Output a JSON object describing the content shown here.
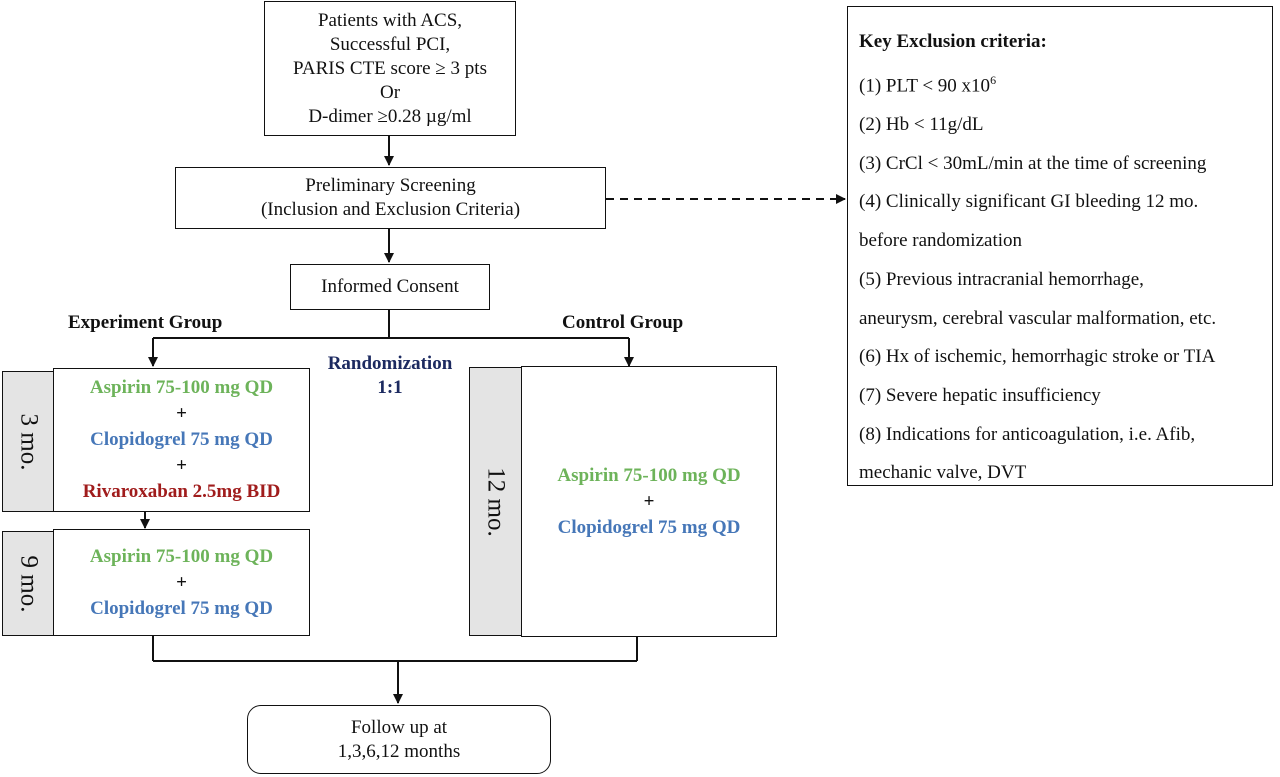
{
  "colors": {
    "aspirin": "#6db35a",
    "clopidogrel": "#4677b8",
    "rivaroxaban": "#a01c1c",
    "randomization": "#1c2a60",
    "duration_fill": "#e4e4e4"
  },
  "patients_box": {
    "lines": [
      "Patients with ACS,",
      "Successful PCI,",
      "PARIS CTE score ≥ 3 pts",
      "Or",
      "D-dimer ≥0.28 µg/ml"
    ]
  },
  "screening_box": {
    "lines": [
      "Preliminary Screening",
      "(Inclusion and Exclusion Criteria)"
    ]
  },
  "consent_box": {
    "label": "Informed Consent"
  },
  "groups": {
    "experiment": "Experiment Group",
    "control": "Control Group"
  },
  "randomization": {
    "label": "Randomization",
    "ratio": "1:1"
  },
  "experiment_phase1": {
    "duration": "3 mo.",
    "drug1": "Aspirin 75-100 mg QD",
    "plus1": "+",
    "drug2": "Clopidogrel 75 mg QD",
    "plus2": "+",
    "drug3": "Rivaroxaban 2.5mg BID"
  },
  "experiment_phase2": {
    "duration": "9 mo.",
    "drug1": "Aspirin 75-100 mg QD",
    "plus": "+",
    "drug2": "Clopidogrel 75 mg QD"
  },
  "control_phase": {
    "duration": "12 mo.",
    "drug1": "Aspirin 75-100 mg QD",
    "plus": "+",
    "drug2": "Clopidogrel 75 mg QD"
  },
  "followup_box": {
    "lines": [
      "Follow up at",
      "1,3,6,12 months"
    ]
  },
  "exclusion": {
    "title": "Key Exclusion criteria:",
    "items": [
      "(1) PLT < 90 x10",
      "(2) Hb < 11g/dL",
      "(3) CrCl < 30mL/min at the time of screening",
      "(4) Clinically significant GI bleeding 12 mo.",
      "before randomization",
      "(5) Previous intracranial hemorrhage,",
      "aneurysm, cerebral vascular malformation, etc.",
      "(6) Hx of ischemic, hemorrhagic stroke or TIA",
      "(7) Severe hepatic insufficiency",
      "(8) Indications for anticoagulation, i.e. Afib,",
      "mechanic valve, DVT"
    ],
    "item1_superscript": "6"
  }
}
